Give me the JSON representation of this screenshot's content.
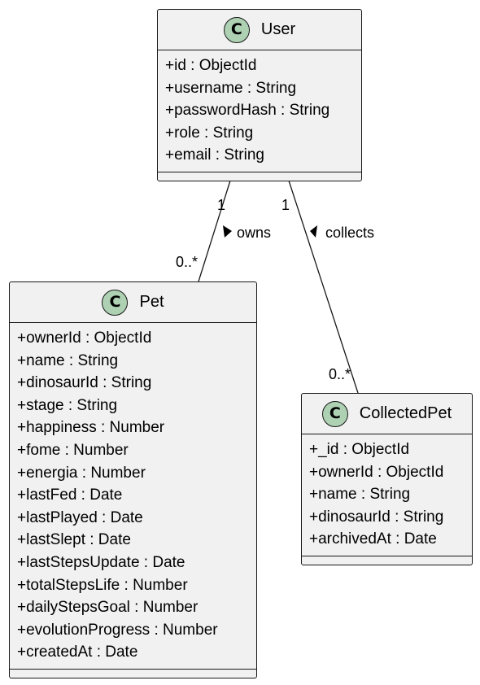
{
  "classes": {
    "user": {
      "badge": "C",
      "name": "User",
      "attributes": [
        "+id : ObjectId",
        "+username : String",
        "+passwordHash : String",
        "+role : String",
        "+email : String"
      ]
    },
    "pet": {
      "badge": "C",
      "name": "Pet",
      "attributes": [
        "+ownerId : ObjectId",
        "+name : String",
        "+dinosaurId : String",
        "+stage : String",
        "+happiness : Number",
        "+fome : Number",
        "+energia : Number",
        "+lastFed : Date",
        "+lastPlayed : Date",
        "+lastSlept : Date",
        "+lastStepsUpdate : Date",
        "+totalStepsLife : Number",
        "+dailyStepsGoal : Number",
        "+evolutionProgress : Number",
        "+createdAt : Date"
      ]
    },
    "collected_pet": {
      "badge": "C",
      "name": "CollectedPet",
      "attributes": [
        "+_id : ObjectId",
        "+ownerId : ObjectId",
        "+name : String",
        "+dinosaurId : String",
        "+archivedAt : Date"
      ]
    }
  },
  "associations": {
    "owns": {
      "label": "owns",
      "source_multiplicity": "1",
      "target_multiplicity": "0..*"
    },
    "collects": {
      "label": "collects",
      "source_multiplicity": "1",
      "target_multiplicity": "0..*"
    }
  },
  "colors": {
    "class_background": "#f1f1f1",
    "border": "#181818",
    "badge_fill": "#add1b2"
  }
}
